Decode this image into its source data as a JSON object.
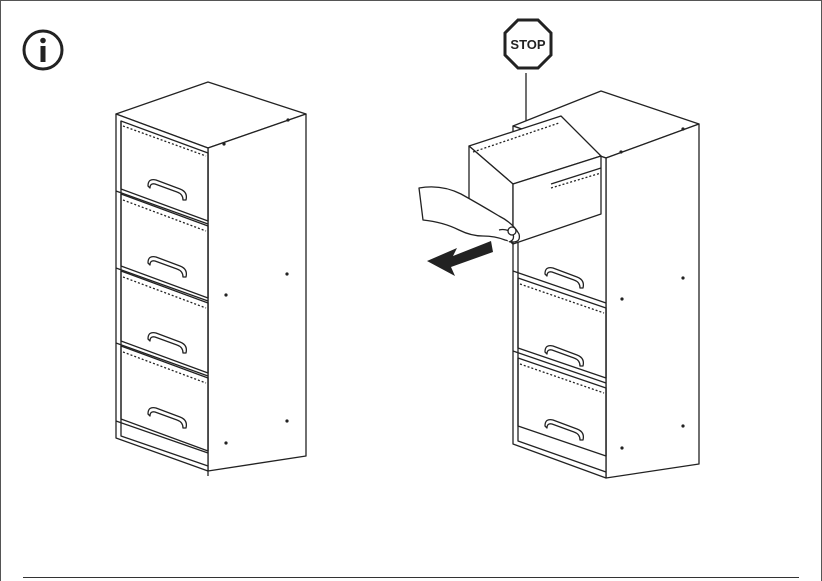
{
  "header": {
    "info_icon": "info-circle-icon"
  },
  "figures": {
    "left": {
      "icon": "cabinet-closed-drawers-illustration"
    },
    "right": {
      "icon": "cabinet-drawer-pull-illustration",
      "stop_sign": {
        "label": "STOP",
        "icon": "stop-octagon-icon"
      },
      "arrow_icon": "pull-arrow-icon",
      "hand_icon": "hand-pulling-icon"
    }
  },
  "colors": {
    "line": "#222222",
    "paper": "#ffffff"
  }
}
